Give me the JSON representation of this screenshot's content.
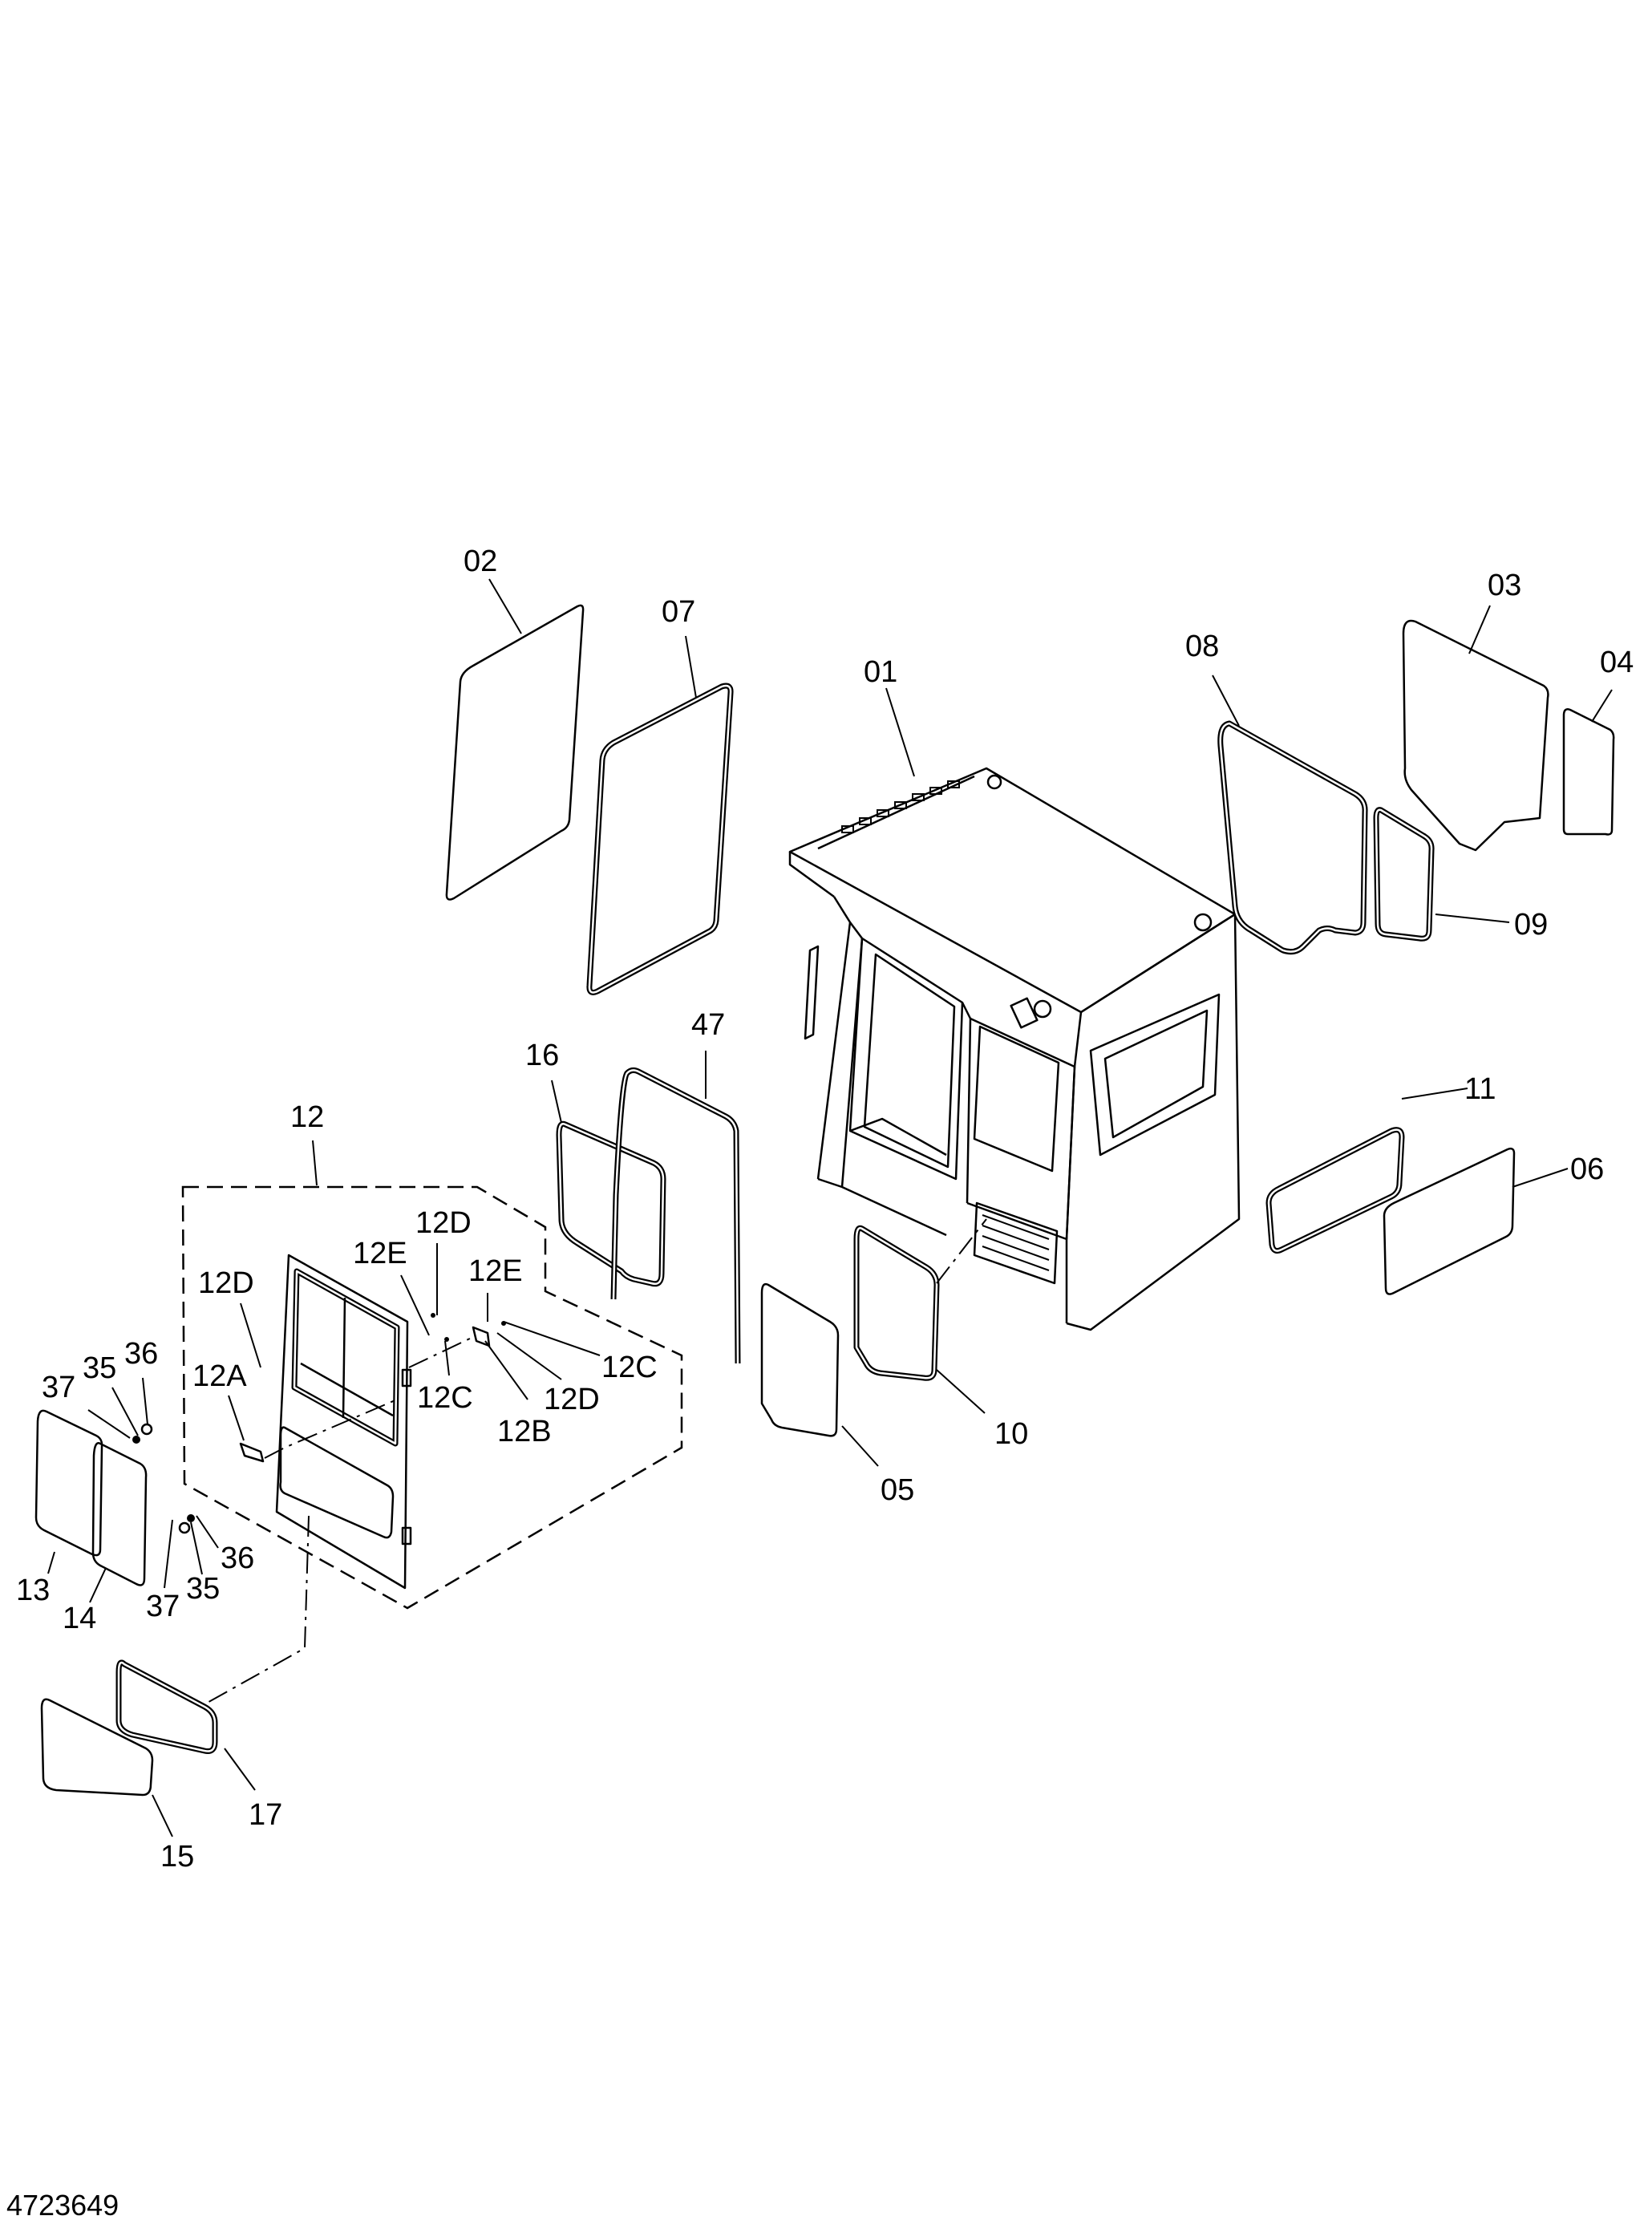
{
  "drawing_number": "4723649",
  "callouts": {
    "c01": "01",
    "c02": "02",
    "c03": "03",
    "c04": "04",
    "c05": "05",
    "c06": "06",
    "c07": "07",
    "c08": "08",
    "c09": "09",
    "c10": "10",
    "c11": "11",
    "c12": "12",
    "c12A": "12A",
    "c12B": "12B",
    "c12C_a": "12C",
    "c12C_b": "12C",
    "c12D_a": "12D",
    "c12D_b": "12D",
    "c12D_c": "12D",
    "c12E_a": "12E",
    "c12E_b": "12E",
    "c13": "13",
    "c14": "14",
    "c15": "15",
    "c16": "16",
    "c17": "17",
    "c35_a": "35",
    "c35_b": "35",
    "c36_a": "36",
    "c36_b": "36",
    "c37_a": "37",
    "c37_b": "37",
    "c47": "47"
  }
}
